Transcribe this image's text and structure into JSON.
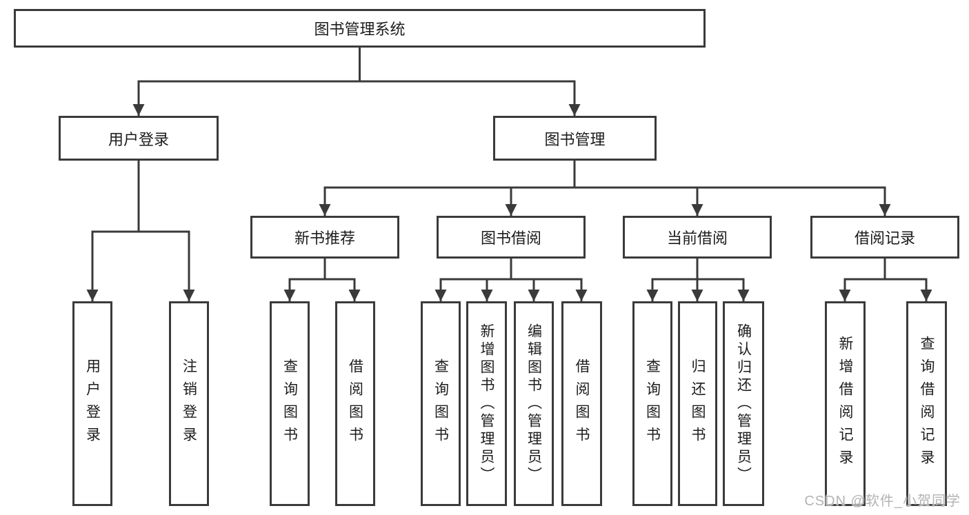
{
  "diagram": {
    "root": {
      "label": "图书管理系统",
      "children": [
        {
          "label": "用户登录",
          "children": [
            {
              "label": "用户登录"
            },
            {
              "label": "注销登录"
            }
          ]
        },
        {
          "label": "图书管理",
          "children": [
            {
              "label": "新书推荐",
              "children": [
                {
                  "label": "查询图书"
                },
                {
                  "label": "借阅图书"
                }
              ]
            },
            {
              "label": "图书借阅",
              "children": [
                {
                  "label": "查询图书"
                },
                {
                  "label": "新增图书（管理员）"
                },
                {
                  "label": "编辑图书（管理员）"
                },
                {
                  "label": "借阅图书"
                }
              ]
            },
            {
              "label": "当前借阅",
              "children": [
                {
                  "label": "查询图书"
                },
                {
                  "label": "归还图书"
                },
                {
                  "label": "确认归还（管理员）"
                }
              ]
            },
            {
              "label": "借阅记录",
              "children": [
                {
                  "label": "新增借阅记录"
                },
                {
                  "label": "查询借阅记录"
                }
              ]
            }
          ]
        }
      ]
    }
  },
  "watermark": {
    "text": "CSDN @软件_小贺同学"
  },
  "colors": {
    "line": "#3a3a3a",
    "text": "#1c1c1c",
    "background": "#ffffff",
    "watermark": "#b3b3b3"
  }
}
